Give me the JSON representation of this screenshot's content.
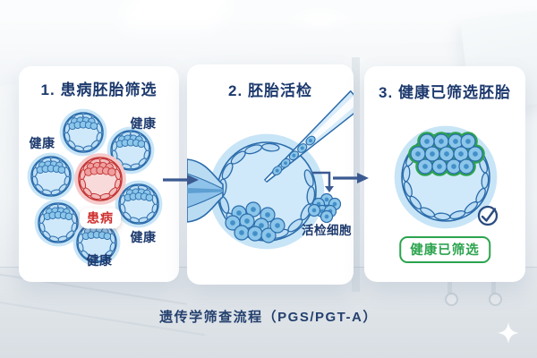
{
  "caption": "遗传学筛查流程（PGS/PGT-A）",
  "panels": [
    {
      "title": "1. 患病胚胎筛选",
      "healthy_label": "健康",
      "diseased_label": "患病"
    },
    {
      "title": "2. 胚胎活检",
      "biopsy_label": "活检细胞"
    },
    {
      "title": "3. 健康已筛选胚胎",
      "badge_label": "健康已筛选",
      "check_icon": "circled-check"
    }
  ],
  "colors": {
    "title_text": "#1d3a6e",
    "healthy_text": "#1d3a6e",
    "diseased_text": "#cf2f2f",
    "caption_text": "#24406e",
    "badge_green": "#2ca44e",
    "arrow": "#3b5a92",
    "check_navy": "#2b4c80",
    "embryo_outline": "#2b6cab",
    "embryo_body": "#cfe9fa",
    "embryo_rim": "#bddef4",
    "embryo_halo": "#c8e5f7",
    "embryo_icm": "#8cc6ea",
    "embryo_nucleus": "#4390c8",
    "diseased_outline": "#c23333",
    "diseased_body": "#f9dada",
    "diseased_rim": "#f3bcbc",
    "diseased_halo": "#f6caca",
    "diseased_icm": "#ef9e9e"
  }
}
